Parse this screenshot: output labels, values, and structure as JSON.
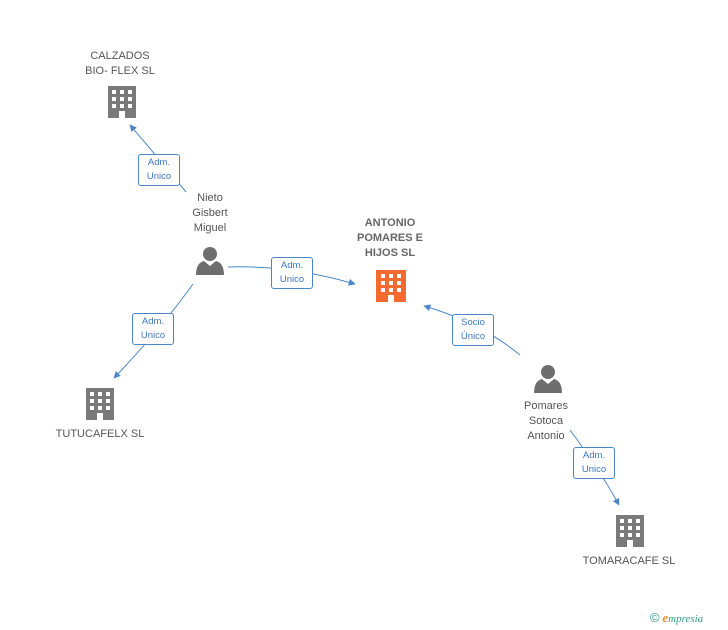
{
  "nodes": {
    "antonio": {
      "lines": [
        "ANTONIO",
        "POMARES E",
        "HIJOS SL"
      ],
      "type": "company",
      "highlight": true
    },
    "calzados": {
      "lines": [
        "CALZADOS",
        "BIO- FLEX SL"
      ],
      "type": "company"
    },
    "tutucafelx": {
      "lines": [
        "TUTUCAFELX SL"
      ],
      "type": "company"
    },
    "tomaracafe": {
      "lines": [
        "TOMARACAFE SL"
      ],
      "type": "company"
    },
    "nieto": {
      "lines": [
        "Nieto",
        "Gisbert",
        "Miguel"
      ],
      "type": "person"
    },
    "pomares": {
      "lines": [
        "Pomares",
        "Sotoca",
        "Antonio"
      ],
      "type": "person"
    }
  },
  "edges": [
    {
      "id": "nieto-calzados",
      "lines": [
        "Adm.",
        "Unico"
      ]
    },
    {
      "id": "nieto-antonio",
      "lines": [
        "Adm.",
        "Unico"
      ]
    },
    {
      "id": "nieto-tutucafelx",
      "lines": [
        "Adm.",
        "Unico"
      ]
    },
    {
      "id": "pomares-antonio",
      "lines": [
        "Socio",
        "Único"
      ]
    },
    {
      "id": "pomares-tomaracafe",
      "lines": [
        "Adm.",
        "Unico"
      ]
    }
  ],
  "colors": {
    "company": "#7a7a7a",
    "company_highlight": "#f26a30",
    "person": "#6e6e6e",
    "edge": "#4a86c8"
  },
  "icons": {
    "company": "building-icon",
    "person": "person-icon"
  },
  "footer": {
    "copyright": "©",
    "brand_initial": "e",
    "brand_rest": "mpresia"
  }
}
